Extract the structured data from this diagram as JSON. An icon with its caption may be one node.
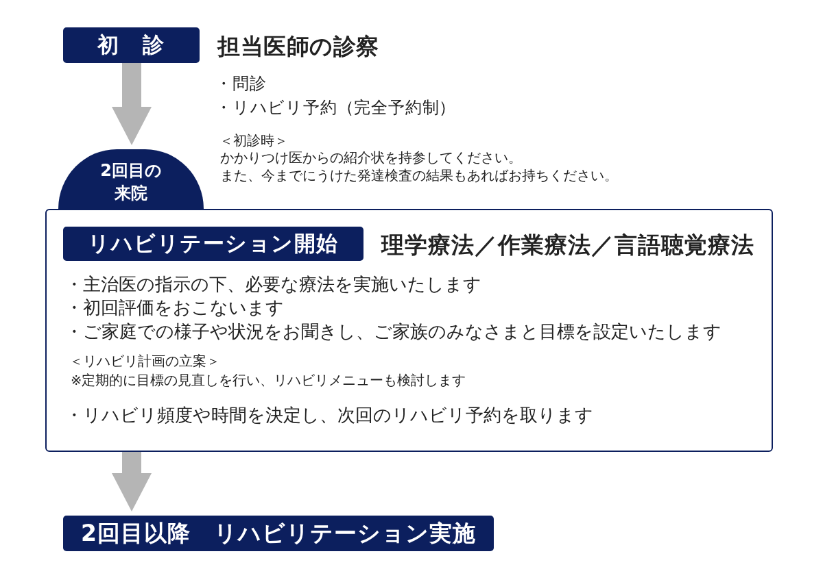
{
  "diagram": {
    "nodes": [
      {
        "text": [
          "初　診"
        ],
        "beside": [
          "担当医師の診察",
          "・問診",
          "・リハビリ予約（完全予約制）",
          "＜初診時＞",
          "かかりつけ医からの紹介状を持参してください。",
          "また、今までにうけた発達検査の結果もあればお持ちください。"
        ]
      },
      {
        "text": [
          "2回目の来院"
        ]
      },
      {
        "text": [
          "・主治医の指示の下、必要な療法を実施いたします",
          "・初回評価をおこないます",
          "・ご家庭での様子や状況をお聞きし、ご家族のみなさまと目標を設定いたします",
          "＜リハビリ計画の立案＞",
          "※定期的に目標の見直しを行い、リハビリメニューも検討します",
          "・リハビリ頻度や時間を決定し、次回のリハビリ予約を取ります"
        ]
      },
      {
        "text": [
          "リハビリテーション開始"
        ],
        "in": 2,
        "beside": [
          "理学療法／作業療法／言語聴覚療法"
        ]
      },
      {
        "text": [
          "2回目以降　リハビリテーション実施"
        ]
      }
    ],
    "edges": [
      {
        "from": 0,
        "to": 1,
        "arrow": "to"
      },
      {
        "from": 2,
        "to": 4,
        "arrow": "to"
      }
    ]
  }
}
